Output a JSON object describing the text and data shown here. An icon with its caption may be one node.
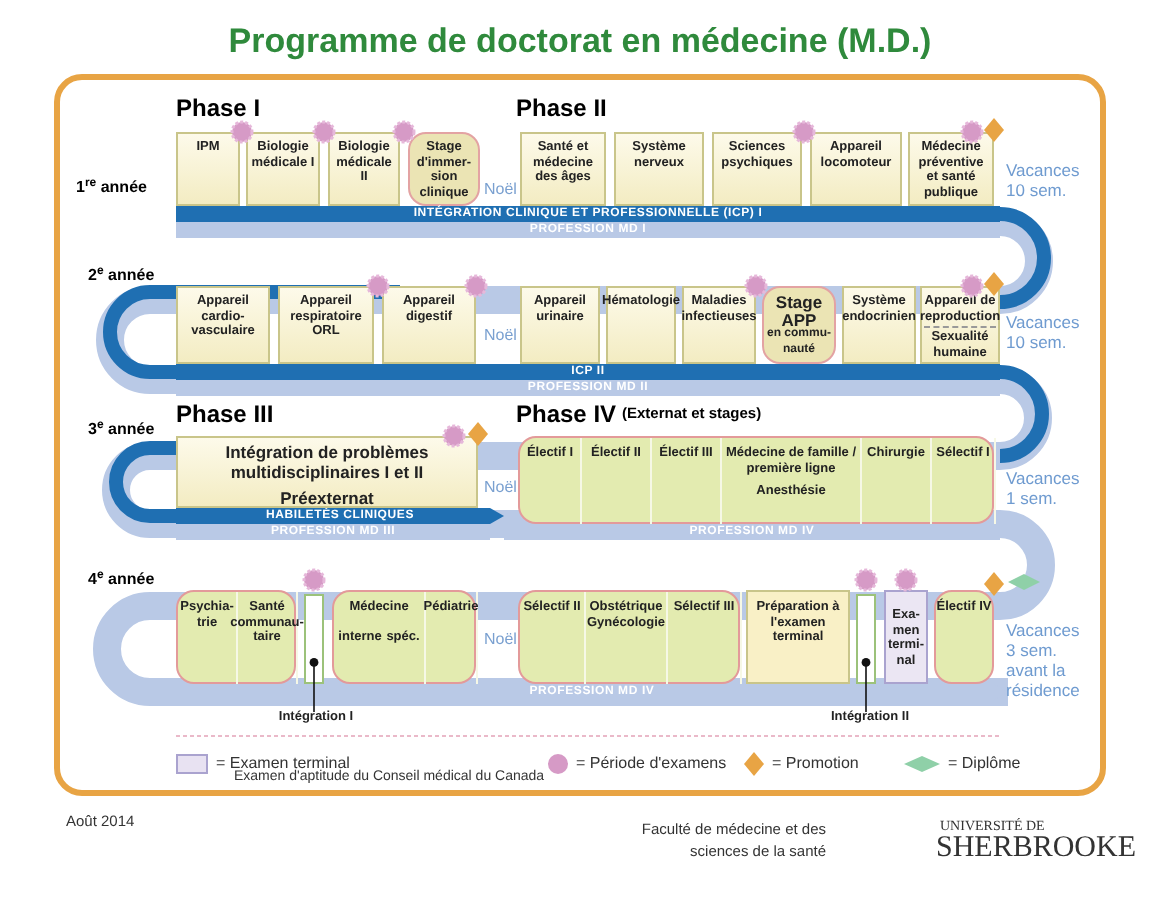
{
  "diagram": {
    "title": "Programme de doctorat en médecine (M.D.)",
    "nodes": [
      {
        "text": [
          "IPM"
        ]
      },
      {
        "text": [
          "Biologie médicale I"
        ]
      },
      {
        "text": [
          "Biologie médicale II"
        ]
      },
      {
        "text": [
          "Stage d'immer-sion clinique"
        ]
      },
      {
        "text": [
          "Santé et médecine des âges"
        ]
      },
      {
        "text": [
          "Système nerveux"
        ]
      },
      {
        "text": [
          "Sciences psychiques"
        ]
      },
      {
        "text": [
          "Appareil locomoteur"
        ]
      },
      {
        "text": [
          "Médecine préventive et santé publique"
        ]
      },
      {
        "text": [
          "INTÉGRATION CLINIQUE ET PROFESSIONNELLE (ICP) I"
        ]
      },
      {
        "text": [
          "PROFESSION MD I"
        ]
      },
      {
        "text": [
          "Appareil cardio-vasculaire"
        ]
      },
      {
        "text": [
          "Appareil respiratoire ORL"
        ]
      },
      {
        "text": [
          "Appareil digestif"
        ]
      },
      {
        "text": [
          "Appareil urinaire"
        ]
      },
      {
        "text": [
          "Hématologie"
        ]
      },
      {
        "text": [
          "Maladies infectieuses"
        ]
      },
      {
        "text": [
          "Stage APP",
          "en commu-nauté"
        ]
      },
      {
        "text": [
          "Système endocrinien"
        ]
      },
      {
        "text": [
          "Appareil de reproduction",
          "Sexualité humaine"
        ]
      },
      {
        "text": [
          "ICP II"
        ]
      },
      {
        "text": [
          "PROFESSION MD II"
        ]
      },
      {
        "text": [
          "Intégration de problèmes multidisciplinaires I et II",
          "Préexternat"
        ]
      },
      {
        "text": [],
        "shape": "box"
      },
      {
        "text": [
          "Électif I"
        ],
        "in": 23
      },
      {
        "text": [
          "Électif II"
        ],
        "in": 23
      },
      {
        "text": [
          "Électif III"
        ],
        "in": 23
      },
      {
        "text": [
          "Médecine de famille / première ligne",
          "Anesthésie"
        ],
        "in": 23
      },
      {
        "text": [
          "Chirurgie"
        ],
        "in": 23
      },
      {
        "text": [
          "Sélectif I"
        ],
        "in": 23
      },
      {
        "text": [
          "HABILETÉS CLINIQUES"
        ]
      },
      {
        "text": [
          "PROFESSION MD III"
        ]
      },
      {
        "text": [
          "PROFESSION MD IV"
        ]
      },
      {
        "text": [],
        "shape": "box"
      },
      {
        "text": [
          "Psychia-trie"
        ],
        "in": 33
      },
      {
        "text": [
          "Santé communau-taire"
        ],
        "in": 33
      },
      {
        "text": [],
        "shape": "box"
      },
      {
        "text": [],
        "shape": "box"
      },
      {
        "text": [
          "Médecine",
          "interne",
          "spéc."
        ],
        "in": 37
      },
      {
        "text": [
          "Pédiatrie"
        ],
        "in": 37
      },
      {
        "text": [],
        "shape": "box"
      },
      {
        "text": [
          "Sélectif II"
        ],
        "in": 40
      },
      {
        "text": [
          "Obstétrique Gynécologie"
        ],
        "in": 40
      },
      {
        "text": [
          "Sélectif III"
        ],
        "in": 40
      },
      {
        "text": [
          "Préparation à l'examen terminal"
        ]
      },
      {
        "text": [],
        "shape": "box"
      },
      {
        "text": [
          "Exa-men termi-nal"
        ]
      },
      {
        "text": [
          "Électif IV"
        ]
      },
      {
        "text": [
          "PROFESSION MD IV"
        ]
      },
      {
        "text": [
          "Intégration I"
        ]
      },
      {
        "text": [
          "Intégration II"
        ]
      }
    ],
    "edges": [
      {
        "from": 49,
        "to": 36,
        "arrow": "other"
      },
      {
        "from": 50,
        "to": 45,
        "arrow": "other"
      }
    ],
    "labels": [
      "Phase I",
      "Phase II",
      "1$^{re}$ année",
      "Noël",
      "Vacances 10 sem.",
      "2$^{e}$ année",
      "Noël",
      "Vacances 10 sem.",
      "Phase III",
      "Phase IV",
      "(Externat et stages)",
      "3$^{e}$ année",
      "Noël",
      "Vacances 1 sem.",
      "4$^{e}$ année",
      "Noël",
      "Vacances 3 sem. avant la résidence",
      "Examen d'aptitude du Conseil médical du Canada",
      "Août 2014",
      "Faculté de médecine et des sciences de la santé",
      "UNIVERSITÉ DE",
      "SHERBROOKE"
    ],
    "legend": [
      {
        "text": "= Examen terminal",
        "color": "#e8e2f2"
      },
      {
        "text": "= Période d'examens",
        "color": "#d69ac6"
      },
      {
        "text": "= Promotion",
        "color": "#e8a444"
      },
      {
        "text": "= Diplôme",
        "color": "#8fd0a8"
      }
    ]
  }
}
